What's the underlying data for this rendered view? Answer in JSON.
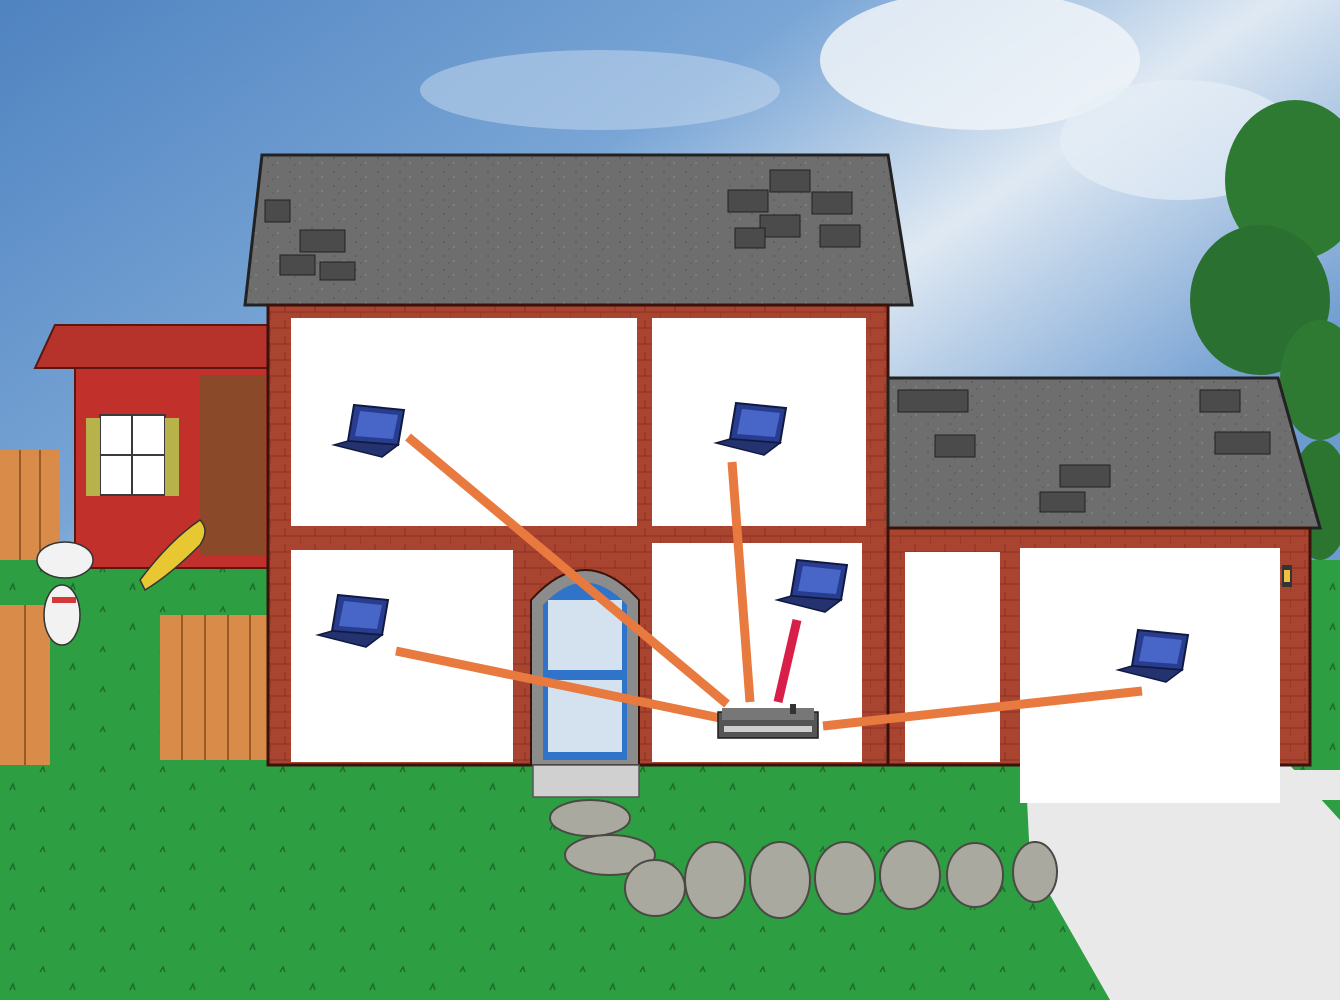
{
  "scene": {
    "description_visible_text": "",
    "router": {
      "name": "wireless-router"
    },
    "laptops": [
      {
        "id": "upstairs-left",
        "link": "orange"
      },
      {
        "id": "upstairs-right",
        "link": "orange"
      },
      {
        "id": "downstairs-left",
        "link": "orange"
      },
      {
        "id": "downstairs-center",
        "link": "red"
      },
      {
        "id": "garage",
        "link": "orange"
      }
    ],
    "link_colors": {
      "orange": "#e8793f",
      "red": "#d81f4a"
    },
    "colors": {
      "sky": "#5f8fc4",
      "grass": "#2ea043",
      "brick": "#a9432f",
      "roof": "#6f6f6f",
      "wall": "#ffffff",
      "laptop_screen": "#3b55b8",
      "driveway": "#e9e9e9"
    }
  }
}
